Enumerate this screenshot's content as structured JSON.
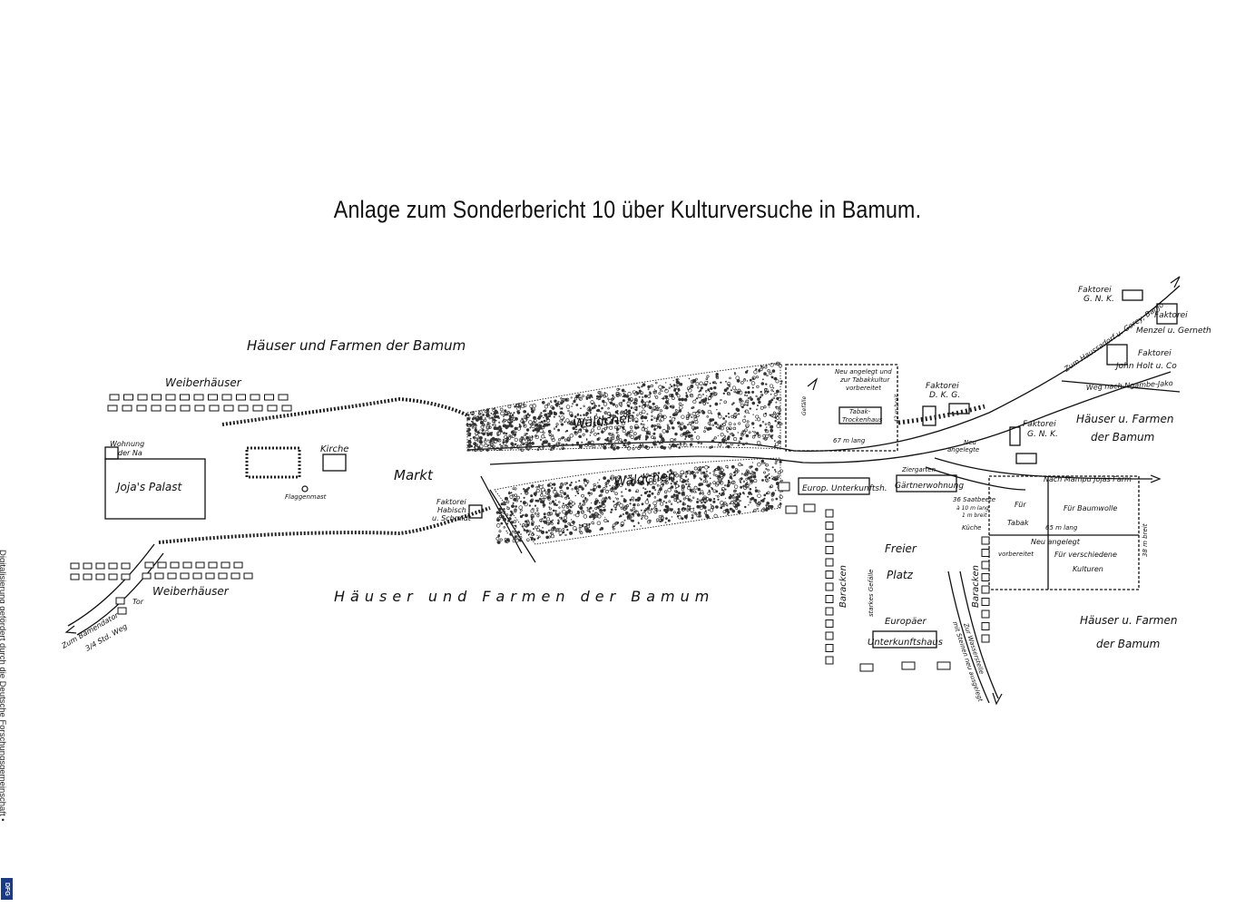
{
  "title": "Anlage zum Sonderbericht 10 über Kulturversuche in Bamum.",
  "side_note": "Digitalisierung gefördert durch die Deutsche Forschungsgemeinschaft •",
  "side_logo": "DFG",
  "labels": {
    "haeuser_top": "Häuser und Farmen der Bamum",
    "weiberhaeuser_top": "Weiberhäuser",
    "wohnung": "Wohnung",
    "wohnung2": "der Na",
    "palast": "Joja's Palast",
    "kirche": "Kirche",
    "flaggenmast": "Flaggenmast",
    "markt": "Markt",
    "faktorei_habisch": "Faktorei",
    "habisch2": "Habisch",
    "habisch3": "u. Schmidt",
    "waeldchen1": "Wäldchen",
    "waeldchen2": "Wäldchen",
    "weiberhaeuser_bottom": "Weiberhäuser",
    "tor": "Tor",
    "zum_bamendator": "Zum Bamendator",
    "std_weg": "3/4 Std. Weg",
    "haeuser_bottom": "Häuser und Farmen der Bamum",
    "neu_angelegt": "Neu angelegt und",
    "tabakkultur": "zur Tabakkultur",
    "vorbereitet": "vorbereitet",
    "tabak": "Tabak-",
    "trockenhaus": "Trockenhaus",
    "gefaelle": "Gefälle",
    "breit42": "42 m breit",
    "lang67": "67 m lang",
    "europ_unterkunft": "Europ. Unterkunftsh.",
    "ziergarten": "Ziergarten",
    "gaertnerwohnung": "Gärtnerwohnung",
    "faktorei_dkg": "Faktorei",
    "dkg": "D. K. G.",
    "neu_angelegt_small": "Neu",
    "angelegte": "angelegte",
    "saatbeete": "36 Saatbeete",
    "saat2": "à 10 m lang",
    "saat3": "1 m breit",
    "kueche": "Küche",
    "freier_platz": "Freier",
    "platz": "Platz",
    "baracken_left": "Baracken",
    "starkes_gefaelle": "starkes Gefälle",
    "europaer": "Europäer",
    "unterkunftshaus": "Unterkunftshaus",
    "baracken_right": "Baracken",
    "zur_wasserstelle": "Zur Wasserstelle",
    "mit_steinen": "mit Steinen neu ausgelegt",
    "faktorei_gnk_top": "Faktorei",
    "gnk_top": "G. N. K.",
    "faktorei_menzel": "Faktorei",
    "menzel": "Menzel u. Gerneth",
    "faktorei_holt": "Faktorei",
    "holt": "John Holt u. Co",
    "zum_haussadorf": "Zum Haussadorf u. Gorey, Banjo",
    "weg_ngambe": "Weg nach Ngambe-Jako",
    "faktorei_gnk_mid": "Faktorei",
    "gnk_mid": "G. N. K.",
    "haeuser_right1a": "Häuser u. Farmen",
    "haeuser_right1b": "der Bamum",
    "nach_mampu": "Nach Mampu Jojas Farm",
    "fuer_tabak": "Für",
    "tabak2": "Tabak",
    "fuer_baumwolle": "Für Baumwolle",
    "lang65": "65 m lang",
    "breit38": "38 m breit",
    "neu_angelegt2": "Neu angelegt",
    "vorbereitet2": "vorbereitet",
    "fuer_verschiedene": "Für verschiedene",
    "kulturen": "Kulturen",
    "haeuser_right2a": "Häuser u. Farmen",
    "haeuser_right2b": "der Bamum"
  }
}
